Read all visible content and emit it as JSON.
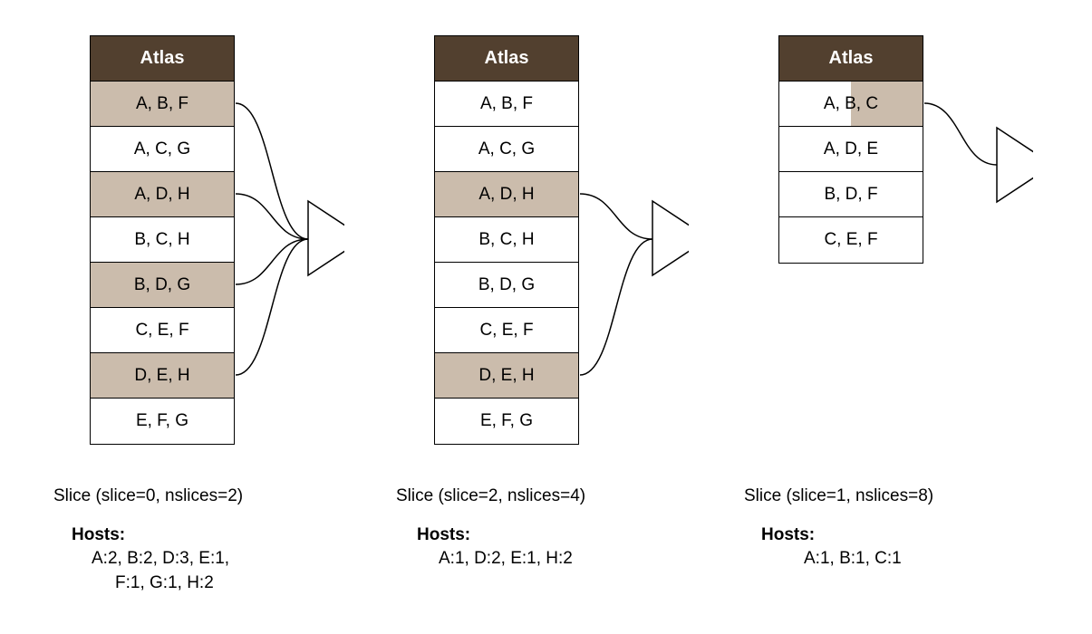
{
  "panels": [
    {
      "atlas_title": "Atlas",
      "rows": [
        "A, B, F",
        "A, C, G",
        "A, D, H",
        "B, C, H",
        "B, D, G",
        "C, E, F",
        "D, E, H",
        "E, F, G"
      ],
      "highlighted_rows": [
        0,
        2,
        4,
        6
      ],
      "partial_highlight_rows": [],
      "slice_label": "Slice (slice=0, nslices=2)",
      "hosts_title": "Hosts:",
      "hosts_lines": [
        "A:2, B:2, D:3, E:1,",
        "F:1, G:1, H:2"
      ]
    },
    {
      "atlas_title": "Atlas",
      "rows": [
        "A, B, F",
        "A, C, G",
        "A, D, H",
        "B, C, H",
        "B, D, G",
        "C, E, F",
        "D, E, H",
        "E, F, G"
      ],
      "highlighted_rows": [
        2,
        6
      ],
      "partial_highlight_rows": [],
      "slice_label": "Slice (slice=2, nslices=4)",
      "hosts_title": "Hosts:",
      "hosts_lines": [
        "A:1, D:2, E:1, H:2"
      ]
    },
    {
      "atlas_title": "Atlas",
      "rows": [
        "A, B, C",
        "A, D, E",
        "B, D, F",
        "C, E, F"
      ],
      "highlighted_rows": [],
      "partial_highlight_rows": [
        0
      ],
      "slice_label": "Slice (slice=1, nslices=8)",
      "hosts_title": "Hosts:",
      "hosts_lines": [
        "A:1, B:1, C:1"
      ]
    }
  ],
  "colors": {
    "header_bg": "#52402f",
    "header_text": "#ffffff",
    "highlight": "#cbbcac",
    "border": "#000000"
  }
}
